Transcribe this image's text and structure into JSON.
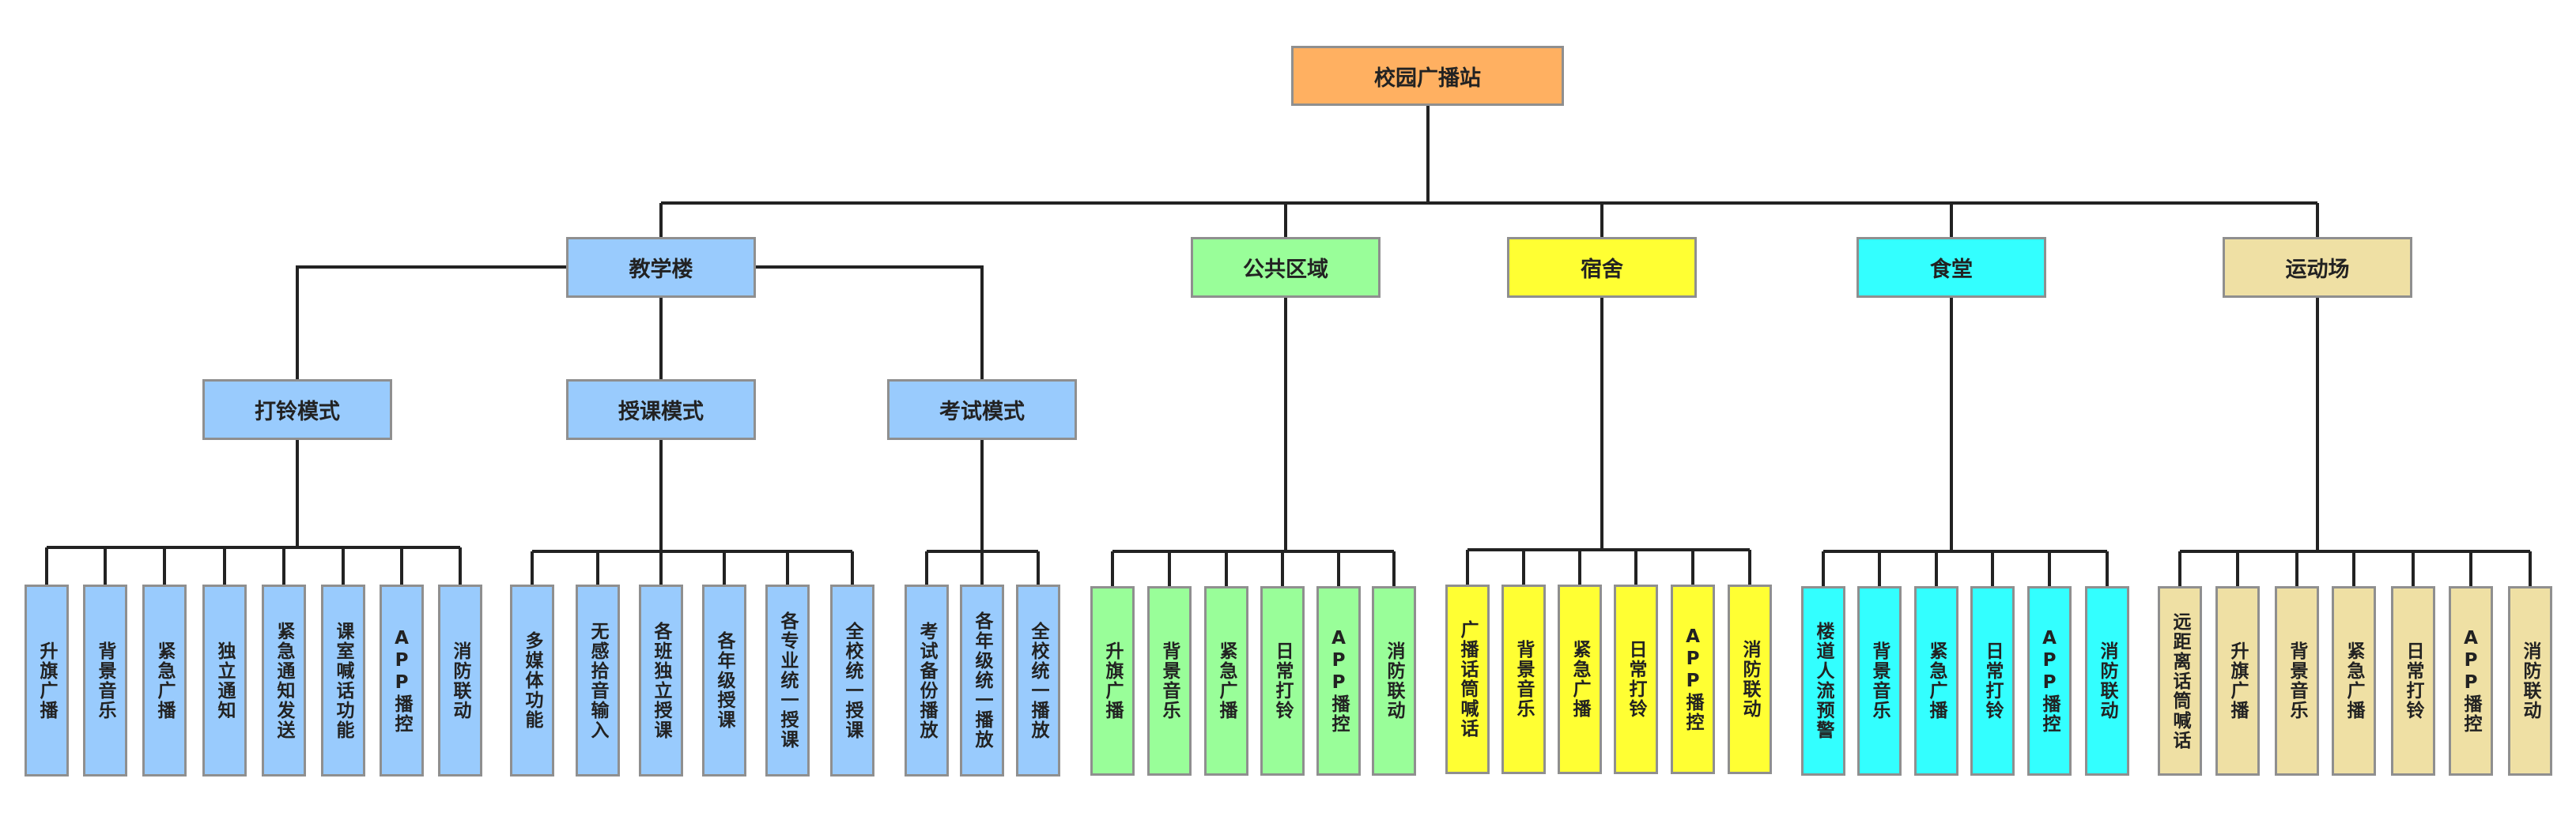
{
  "root": {
    "label": "校园广播站",
    "color": "#ffb061"
  },
  "branches": [
    {
      "label": "教学楼",
      "color": "#99cbfd",
      "modes": [
        {
          "label": "打铃模式",
          "leaves": [
            "升旗广播",
            "背景音乐",
            "紧急广播",
            "独立通知",
            "紧急通知发送",
            "课室喊话功能",
            "APP播控",
            "消防联动"
          ]
        },
        {
          "label": "授课模式",
          "leaves": [
            "多媒体功能",
            "无感拾音输入",
            "各班独立授课",
            "各年级授课",
            "各专业统一授课",
            "全校统一授课"
          ]
        },
        {
          "label": "考试模式",
          "leaves": [
            "考试备份播放",
            "各年级统一播放",
            "全校统一播放"
          ]
        }
      ]
    },
    {
      "label": "公共区域",
      "color": "#99fe99",
      "leaves": [
        "升旗广播",
        "背景音乐",
        "紧急广播",
        "日常打铃",
        "APP播控",
        "消防联动"
      ]
    },
    {
      "label": "宿舍",
      "color": "#ffff33",
      "leaves": [
        "广播话筒喊话",
        "背景音乐",
        "紧急广播",
        "日常打铃",
        "APP播控",
        "消防联动"
      ]
    },
    {
      "label": "食堂",
      "color": "#33ffff",
      "leaves": [
        "楼道人流预警",
        "背景音乐",
        "紧急广播",
        "日常打铃",
        "APP播控",
        "消防联动"
      ]
    },
    {
      "label": "运动场",
      "color": "#efe0a4",
      "leaves": [
        "远距离话筒喊话",
        "升旗广播",
        "背景音乐",
        "紧急广播",
        "日常打铃",
        "APP播控",
        "消防联动"
      ]
    }
  ]
}
